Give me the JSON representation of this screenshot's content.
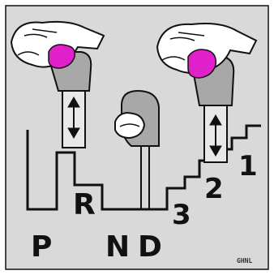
{
  "diagram": {
    "gear_labels": {
      "p": "P",
      "r": "R",
      "n": "N",
      "d": "D",
      "three": "3",
      "two": "2",
      "one": "1"
    },
    "image_code": "GHNL"
  },
  "colors": {
    "background": "#d9d9d9",
    "frame": "#ffffff",
    "line": "#111111",
    "knob": "#a8a8a8",
    "button": "#e020c8",
    "hand": "#ffffff"
  }
}
